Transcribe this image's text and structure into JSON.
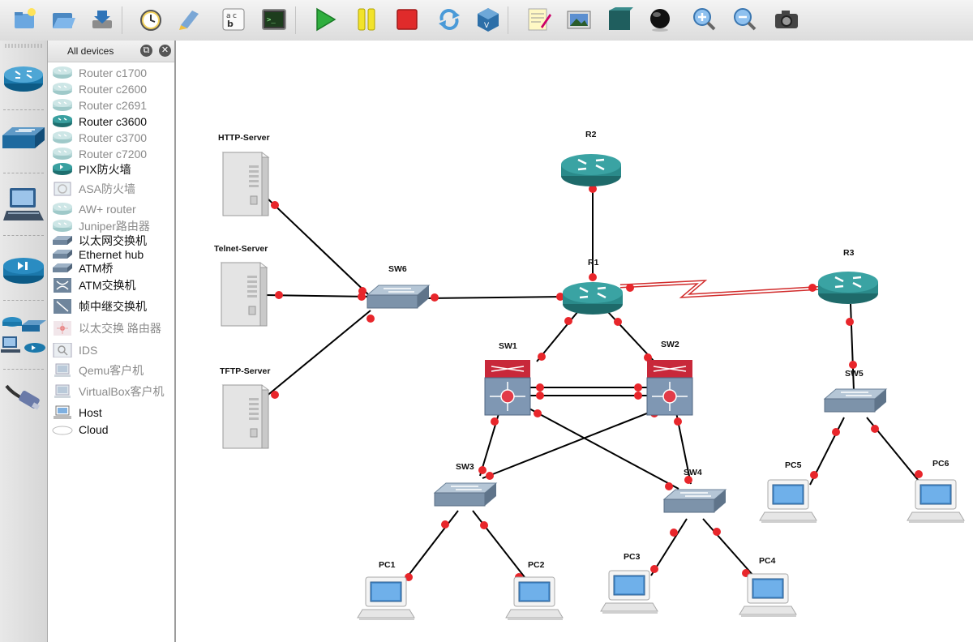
{
  "toolbar": {
    "buttons": [
      {
        "name": "new-project-icon"
      },
      {
        "name": "open-project-icon"
      },
      {
        "name": "save-project-icon"
      },
      {
        "name": "clock-snapshot-icon"
      },
      {
        "name": "import-export-icon"
      },
      {
        "name": "text-labels-icon"
      },
      {
        "name": "console-icon"
      },
      {
        "name": "start-icon"
      },
      {
        "name": "pause-icon"
      },
      {
        "name": "stop-icon"
      },
      {
        "name": "reload-icon"
      },
      {
        "name": "virtualbox-icon"
      },
      {
        "name": "add-note-icon"
      },
      {
        "name": "insert-picture-icon"
      },
      {
        "name": "draw-rectangle-icon"
      },
      {
        "name": "draw-ellipse-icon"
      },
      {
        "name": "zoom-in-icon"
      },
      {
        "name": "zoom-out-icon"
      },
      {
        "name": "screenshot-icon"
      }
    ]
  },
  "panel": {
    "title": "All devices",
    "devices": [
      {
        "label": "Router c1700",
        "style": "dim",
        "icon": "router"
      },
      {
        "label": "Router c2600",
        "style": "dim",
        "icon": "router"
      },
      {
        "label": "Router c2691",
        "style": "dim",
        "icon": "router"
      },
      {
        "label": "Router c3600",
        "style": "dark",
        "icon": "router-dark"
      },
      {
        "label": "Router c3700",
        "style": "dim",
        "icon": "router"
      },
      {
        "label": "Router c7200",
        "style": "dim",
        "icon": "router"
      },
      {
        "label": "PIX防火墙",
        "style": "dark",
        "icon": "pix"
      },
      {
        "label": "ASA防火墙",
        "style": "dim",
        "icon": "asa"
      },
      {
        "label": "AW+ router",
        "style": "dim",
        "icon": "router"
      },
      {
        "label": "Juniper路由器",
        "style": "dim",
        "icon": "router"
      },
      {
        "label": "以太网交换机",
        "style": "dark",
        "icon": "switch"
      },
      {
        "label": "Ethernet hub",
        "style": "dark",
        "icon": "switch"
      },
      {
        "label": "ATM桥",
        "style": "dark",
        "icon": "switch"
      },
      {
        "label": "ATM交换机",
        "style": "dark",
        "icon": "atm"
      },
      {
        "label": "帧中继交换机",
        "style": "dark",
        "icon": "fr"
      },
      {
        "label": "以太交换 路由器",
        "style": "dim",
        "icon": "l3"
      },
      {
        "label": "IDS",
        "style": "dim",
        "icon": "ids"
      },
      {
        "label": "Qemu客户机",
        "style": "dim",
        "icon": "pc"
      },
      {
        "label": "VirtualBox客户机",
        "style": "dim",
        "icon": "pc"
      },
      {
        "label": "Host",
        "style": "dark",
        "icon": "host"
      },
      {
        "label": "Cloud",
        "style": "dark",
        "icon": "cloud"
      }
    ]
  },
  "topology": {
    "nodes": [
      {
        "id": "HTTP-Server",
        "type": "server"
      },
      {
        "id": "Telnet-Server",
        "type": "server"
      },
      {
        "id": "TFTP-Server",
        "type": "server"
      },
      {
        "id": "SW6",
        "type": "switch"
      },
      {
        "id": "R2",
        "type": "router"
      },
      {
        "id": "R1",
        "type": "router"
      },
      {
        "id": "R3",
        "type": "router"
      },
      {
        "id": "SW1",
        "type": "l3switch"
      },
      {
        "id": "SW2",
        "type": "l3switch"
      },
      {
        "id": "SW3",
        "type": "switch"
      },
      {
        "id": "SW4",
        "type": "switch"
      },
      {
        "id": "SW5",
        "type": "switch"
      },
      {
        "id": "PC1",
        "type": "pc"
      },
      {
        "id": "PC2",
        "type": "pc"
      },
      {
        "id": "PC3",
        "type": "pc"
      },
      {
        "id": "PC4",
        "type": "pc"
      },
      {
        "id": "PC5",
        "type": "pc"
      },
      {
        "id": "PC6",
        "type": "pc"
      }
    ],
    "links": [
      [
        "HTTP-Server",
        "SW6"
      ],
      [
        "Telnet-Server",
        "SW6"
      ],
      [
        "TFTP-Server",
        "SW6"
      ],
      [
        "SW6",
        "R1"
      ],
      [
        "R2",
        "R1"
      ],
      [
        "R1",
        "R3",
        "serial"
      ],
      [
        "R1",
        "SW1"
      ],
      [
        "R1",
        "SW2"
      ],
      [
        "SW1",
        "SW2"
      ],
      [
        "SW1",
        "SW2"
      ],
      [
        "SW1",
        "SW3"
      ],
      [
        "SW1",
        "SW4"
      ],
      [
        "SW2",
        "SW3"
      ],
      [
        "SW2",
        "SW4"
      ],
      [
        "SW3",
        "PC1"
      ],
      [
        "SW3",
        "PC2"
      ],
      [
        "SW4",
        "PC3"
      ],
      [
        "SW4",
        "PC4"
      ],
      [
        "R3",
        "SW5"
      ],
      [
        "SW5",
        "PC5"
      ],
      [
        "SW5",
        "PC6"
      ]
    ]
  }
}
